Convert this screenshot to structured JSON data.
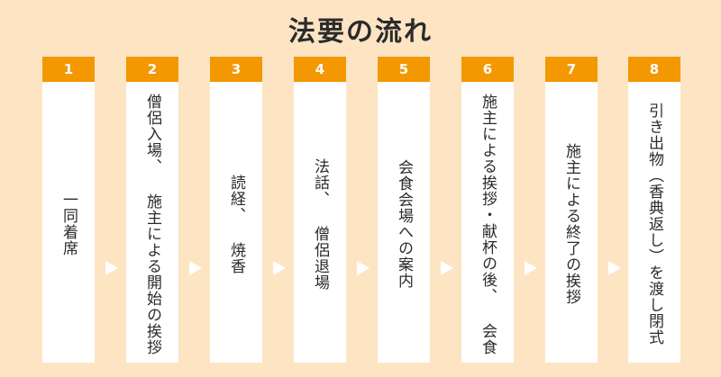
{
  "title": "法要の流れ",
  "colors": {
    "background": "#FDE5C4",
    "accent": "#F39800",
    "card": "#FFFFFF"
  },
  "steps": [
    {
      "number": "1",
      "text": "一同着席"
    },
    {
      "number": "2",
      "text": "僧侶入場、 施主による開始の挨拶"
    },
    {
      "number": "3",
      "text": "読経、 焼香"
    },
    {
      "number": "4",
      "text": "法話、 僧侶退場"
    },
    {
      "number": "5",
      "text": "会食会場への案内"
    },
    {
      "number": "6",
      "text": "施主による挨拶・献杯の後、 会食"
    },
    {
      "number": "7",
      "text": "施主による終了の挨拶"
    },
    {
      "number": "8",
      "text": "引き出物（香典返し）を渡し閉式"
    }
  ],
  "arrow_icon": "triangle-right-icon"
}
